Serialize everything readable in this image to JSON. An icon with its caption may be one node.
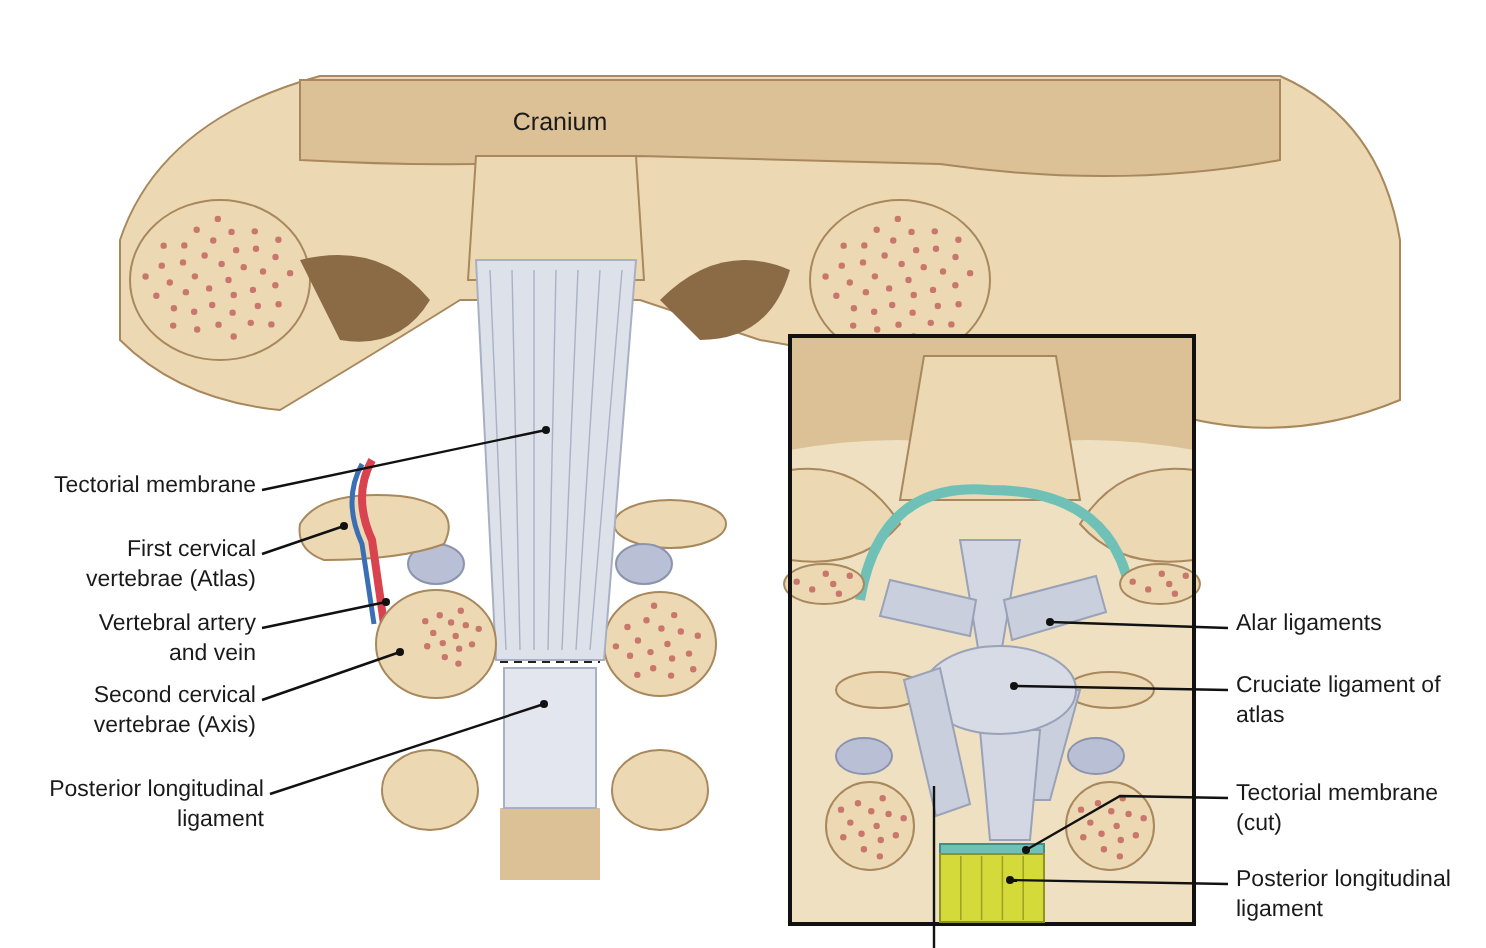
{
  "diagram": {
    "nodes": [
      {
        "text": [
          "Tectorial membrane"
        ]
      },
      {
        "text": [],
        "shape": "picture"
      },
      {
        "text": [
          "First cervical vertebrae (Atlas)"
        ]
      },
      {
        "text": [],
        "shape": "picture"
      },
      {
        "text": [
          "Vertebral artery and vein"
        ]
      },
      {
        "text": [],
        "shape": "picture"
      },
      {
        "text": [
          "Second cervical vertebrae (Axis)"
        ]
      },
      {
        "text": [],
        "shape": "picture"
      },
      {
        "text": [
          "Posterior longitudinal ligament"
        ]
      },
      {
        "text": [],
        "shape": "box"
      },
      {
        "text": [
          "Alar ligaments"
        ]
      },
      {
        "text": [],
        "shape": "picture"
      },
      {
        "text": [
          "Cruciate ligament of atlas"
        ]
      },
      {
        "text": [],
        "shape": "circle"
      },
      {
        "text": [
          "Tectorial membrane (cut)"
        ]
      },
      {
        "text": [],
        "shape": "box"
      },
      {
        "text": [
          "Posterior longitudinal ligament"
        ]
      },
      {
        "text": [],
        "shape": "picture"
      },
      {
        "text": [],
        "shape": "picture"
      }
    ],
    "edges": [
      {
        "from": 0,
        "to": 1,
        "arrow": "other"
      },
      {
        "from": 2,
        "to": 3,
        "arrow": "other"
      },
      {
        "from": 4,
        "to": 5,
        "arrow": "other"
      },
      {
        "from": 6,
        "to": 7,
        "arrow": "other"
      },
      {
        "from": 8,
        "to": 9,
        "arrow": "other"
      },
      {
        "from": 10,
        "to": 11,
        "arrow": "other"
      },
      {
        "from": 12,
        "to": 13,
        "arrow": "other"
      },
      {
        "from": 14,
        "to": 15,
        "arrow": "other"
      },
      {
        "from": 16,
        "to": 17,
        "arrow": "other"
      },
      {
        "from": 18,
        "to": null,
        "arrow": "none"
      }
    ],
    "labels": [
      "Cranium"
    ]
  }
}
